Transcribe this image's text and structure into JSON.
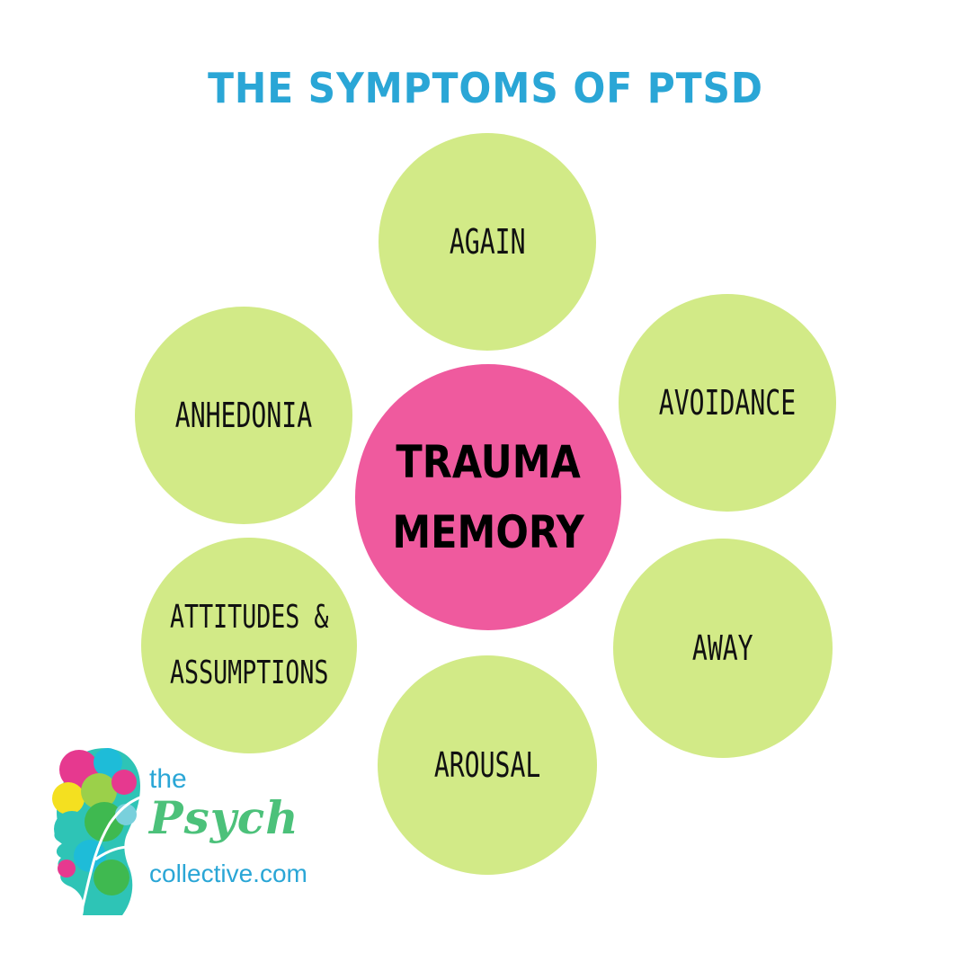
{
  "title": "THE SYMPTOMS OF PTSD",
  "center": {
    "line1": "TRAUMA",
    "line2": "MEMORY"
  },
  "nodes": {
    "again": "AGAIN",
    "avoidance": "AVOIDANCE",
    "away": "AWAY",
    "arousal": "AROUSAL",
    "attitudes_line1": "ATTITUDES &",
    "attitudes_line2": "ASSUMPTIONS",
    "anhedonia": "ANHEDONIA"
  },
  "logo": {
    "the": "the",
    "psych": "Psych",
    "domain": "collective.com"
  },
  "colors": {
    "title": "#2aa6d6",
    "node": "#d2ea87",
    "center": "#ef5a9e",
    "logo_green": "#4cc17a"
  }
}
